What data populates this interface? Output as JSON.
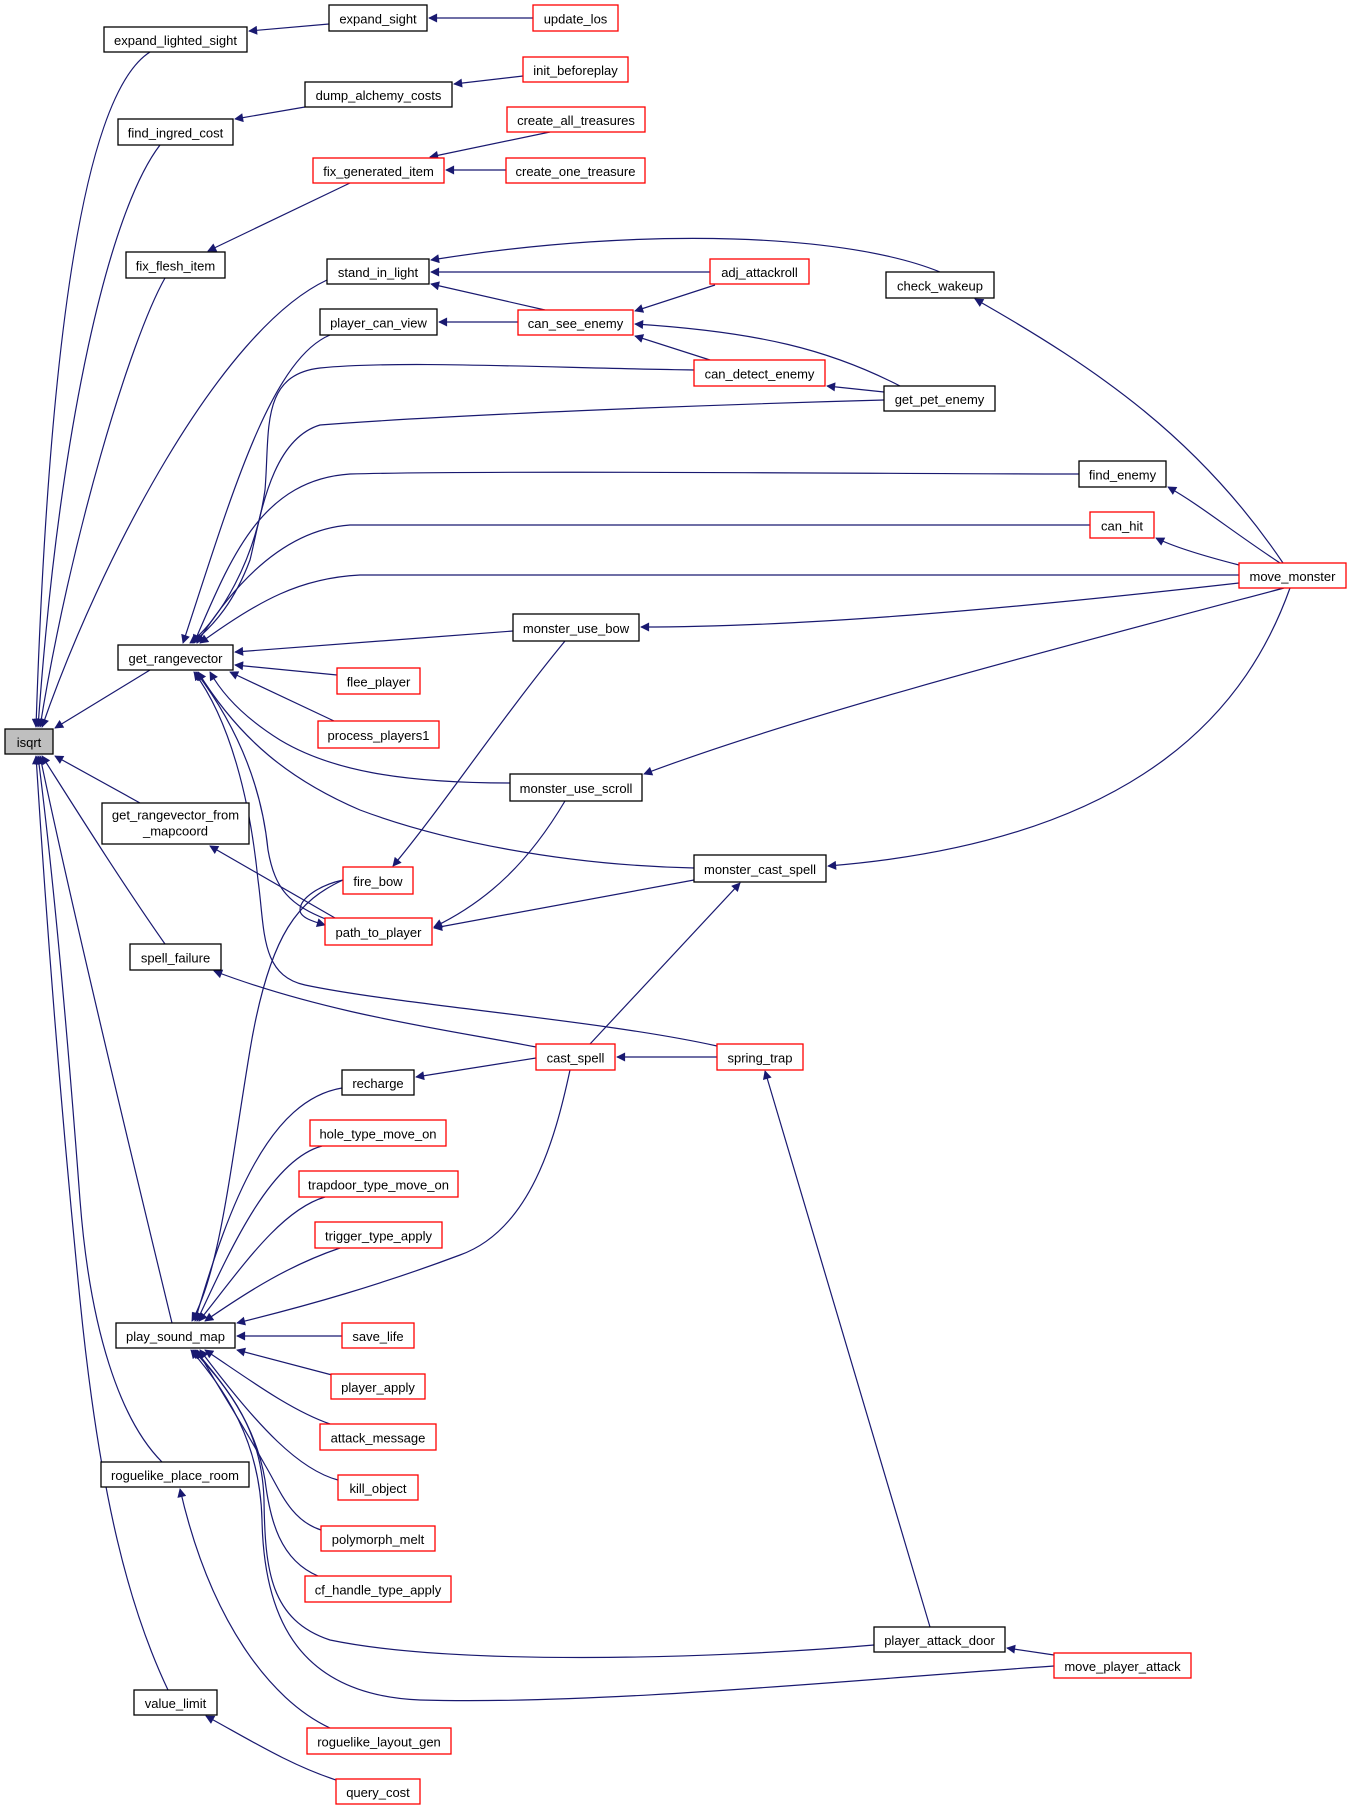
{
  "title": "isqrt caller graph",
  "colors": {
    "edge": "#191970",
    "node_border_normal": "#000000",
    "node_border_truncated": "#ff0000",
    "root_fill": "#bfbfbf",
    "node_fill": "#ffffff"
  },
  "root": "isqrt",
  "nodes": [
    {
      "id": "isqrt",
      "label": "isqrt",
      "truncated": false,
      "root": true
    },
    {
      "id": "expand_lighted_sight",
      "label": "expand_lighted_sight",
      "truncated": false
    },
    {
      "id": "expand_sight",
      "label": "expand_sight",
      "truncated": false
    },
    {
      "id": "update_los",
      "label": "update_los",
      "truncated": true
    },
    {
      "id": "find_ingred_cost",
      "label": "find_ingred_cost",
      "truncated": false
    },
    {
      "id": "dump_alchemy_costs",
      "label": "dump_alchemy_costs",
      "truncated": false
    },
    {
      "id": "init_beforeplay",
      "label": "init_beforeplay",
      "truncated": true
    },
    {
      "id": "fix_flesh_item",
      "label": "fix_flesh_item",
      "truncated": false
    },
    {
      "id": "fix_generated_item",
      "label": "fix_generated_item",
      "truncated": true
    },
    {
      "id": "create_all_treasures",
      "label": "create_all_treasures",
      "truncated": true
    },
    {
      "id": "create_one_treasure",
      "label": "create_one_treasure",
      "truncated": true
    },
    {
      "id": "stand_in_light",
      "label": "stand_in_light",
      "truncated": false
    },
    {
      "id": "adj_attackroll",
      "label": "adj_attackroll",
      "truncated": true
    },
    {
      "id": "check_wakeup",
      "label": "check_wakeup",
      "truncated": false
    },
    {
      "id": "player_can_view",
      "label": "player_can_view",
      "truncated": false
    },
    {
      "id": "can_see_enemy",
      "label": "can_see_enemy",
      "truncated": true
    },
    {
      "id": "can_detect_enemy",
      "label": "can_detect_enemy",
      "truncated": true
    },
    {
      "id": "get_pet_enemy",
      "label": "get_pet_enemy",
      "truncated": false
    },
    {
      "id": "find_enemy",
      "label": "find_enemy",
      "truncated": false
    },
    {
      "id": "can_hit",
      "label": "can_hit",
      "truncated": true
    },
    {
      "id": "move_monster",
      "label": "move_monster",
      "truncated": true
    },
    {
      "id": "get_rangevector",
      "label": "get_rangevector",
      "truncated": false
    },
    {
      "id": "monster_use_bow",
      "label": "monster_use_bow",
      "truncated": false
    },
    {
      "id": "flee_player",
      "label": "flee_player",
      "truncated": true
    },
    {
      "id": "process_players1",
      "label": "process_players1",
      "truncated": true
    },
    {
      "id": "monster_use_scroll",
      "label": "monster_use_scroll",
      "truncated": false
    },
    {
      "id": "get_rangevector_from_mapcoord",
      "label": "get_rangevector_from",
      "label2": "_mapcoord",
      "truncated": false
    },
    {
      "id": "monster_cast_spell",
      "label": "monster_cast_spell",
      "truncated": false
    },
    {
      "id": "fire_bow",
      "label": "fire_bow",
      "truncated": true
    },
    {
      "id": "path_to_player",
      "label": "path_to_player",
      "truncated": true
    },
    {
      "id": "spell_failure",
      "label": "spell_failure",
      "truncated": false
    },
    {
      "id": "cast_spell",
      "label": "cast_spell",
      "truncated": true
    },
    {
      "id": "spring_trap",
      "label": "spring_trap",
      "truncated": true
    },
    {
      "id": "recharge",
      "label": "recharge",
      "truncated": false
    },
    {
      "id": "hole_type_move_on",
      "label": "hole_type_move_on",
      "truncated": true
    },
    {
      "id": "trapdoor_type_move_on",
      "label": "trapdoor_type_move_on",
      "truncated": true
    },
    {
      "id": "trigger_type_apply",
      "label": "trigger_type_apply",
      "truncated": true
    },
    {
      "id": "play_sound_map",
      "label": "play_sound_map",
      "truncated": false
    },
    {
      "id": "save_life",
      "label": "save_life",
      "truncated": true
    },
    {
      "id": "player_apply",
      "label": "player_apply",
      "truncated": true
    },
    {
      "id": "attack_message",
      "label": "attack_message",
      "truncated": true
    },
    {
      "id": "roguelike_place_room",
      "label": "roguelike_place_room",
      "truncated": false
    },
    {
      "id": "kill_object",
      "label": "kill_object",
      "truncated": true
    },
    {
      "id": "polymorph_melt",
      "label": "polymorph_melt",
      "truncated": true
    },
    {
      "id": "cf_handle_type_apply",
      "label": "cf_handle_type_apply",
      "truncated": true
    },
    {
      "id": "player_attack_door",
      "label": "player_attack_door",
      "truncated": false
    },
    {
      "id": "move_player_attack",
      "label": "move_player_attack",
      "truncated": true
    },
    {
      "id": "value_limit",
      "label": "value_limit",
      "truncated": false
    },
    {
      "id": "roguelike_layout_gen",
      "label": "roguelike_layout_gen",
      "truncated": true
    },
    {
      "id": "query_cost",
      "label": "query_cost",
      "truncated": true
    }
  ],
  "edges": [
    {
      "from": "expand_lighted_sight",
      "to": "isqrt"
    },
    {
      "from": "expand_sight",
      "to": "expand_lighted_sight"
    },
    {
      "from": "update_los",
      "to": "expand_sight"
    },
    {
      "from": "find_ingred_cost",
      "to": "isqrt"
    },
    {
      "from": "dump_alchemy_costs",
      "to": "find_ingred_cost"
    },
    {
      "from": "init_beforeplay",
      "to": "dump_alchemy_costs"
    },
    {
      "from": "fix_flesh_item",
      "to": "isqrt"
    },
    {
      "from": "fix_generated_item",
      "to": "fix_flesh_item"
    },
    {
      "from": "create_all_treasures",
      "to": "fix_generated_item"
    },
    {
      "from": "create_one_treasure",
      "to": "fix_generated_item"
    },
    {
      "from": "stand_in_light",
      "to": "isqrt"
    },
    {
      "from": "check_wakeup",
      "to": "stand_in_light"
    },
    {
      "from": "adj_attackroll",
      "to": "stand_in_light"
    },
    {
      "from": "can_see_enemy",
      "to": "stand_in_light"
    },
    {
      "from": "get_rangevector",
      "to": "isqrt"
    },
    {
      "from": "player_can_view",
      "to": "get_rangevector"
    },
    {
      "from": "can_see_enemy",
      "to": "player_can_view"
    },
    {
      "from": "adj_attackroll",
      "to": "can_see_enemy"
    },
    {
      "from": "can_detect_enemy",
      "to": "can_see_enemy"
    },
    {
      "from": "get_pet_enemy",
      "to": "can_see_enemy"
    },
    {
      "from": "get_pet_enemy",
      "to": "can_detect_enemy"
    },
    {
      "from": "can_detect_enemy",
      "to": "get_rangevector"
    },
    {
      "from": "get_pet_enemy",
      "to": "get_rangevector"
    },
    {
      "from": "find_enemy",
      "to": "get_pet_enemy"
    },
    {
      "from": "find_enemy",
      "to": "get_rangevector"
    },
    {
      "from": "move_monster",
      "to": "find_enemy"
    },
    {
      "from": "move_monster",
      "to": "check_wakeup"
    },
    {
      "from": "can_hit",
      "to": "get_rangevector"
    },
    {
      "from": "move_monster",
      "to": "can_hit"
    },
    {
      "from": "move_monster",
      "to": "get_rangevector"
    },
    {
      "from": "monster_use_bow",
      "to": "get_rangevector"
    },
    {
      "from": "move_monster",
      "to": "monster_use_bow"
    },
    {
      "from": "flee_player",
      "to": "get_rangevector"
    },
    {
      "from": "process_players1",
      "to": "get_rangevector"
    },
    {
      "from": "monster_use_scroll",
      "to": "get_rangevector"
    },
    {
      "from": "move_monster",
      "to": "monster_use_scroll"
    },
    {
      "from": "monster_cast_spell",
      "to": "get_rangevector"
    },
    {
      "from": "move_monster",
      "to": "monster_cast_spell"
    },
    {
      "from": "path_to_player",
      "to": "get_rangevector"
    },
    {
      "from": "spring_trap",
      "to": "get_rangevector"
    },
    {
      "from": "get_rangevector_from_mapcoord",
      "to": "isqrt"
    },
    {
      "from": "path_to_player",
      "to": "get_rangevector_from_mapcoord"
    },
    {
      "from": "monster_use_bow",
      "to": "fire_bow"
    },
    {
      "from": "monster_use_scroll",
      "to": "path_to_player"
    },
    {
      "from": "fire_bow",
      "to": "path_to_player"
    },
    {
      "from": "monster_cast_spell",
      "to": "path_to_player"
    },
    {
      "from": "spell_failure",
      "to": "isqrt"
    },
    {
      "from": "cast_spell",
      "to": "spell_failure"
    },
    {
      "from": "cast_spell",
      "to": "monster_cast_spell"
    },
    {
      "from": "spring_trap",
      "to": "cast_spell"
    },
    {
      "from": "recharge",
      "to": "cast_spell"
    },
    {
      "from": "player_attack_door",
      "to": "spring_trap"
    },
    {
      "from": "play_sound_map",
      "to": "isqrt"
    },
    {
      "from": "fire_bow",
      "to": "play_sound_map"
    },
    {
      "from": "recharge",
      "to": "play_sound_map"
    },
    {
      "from": "hole_type_move_on",
      "to": "play_sound_map"
    },
    {
      "from": "trapdoor_type_move_on",
      "to": "play_sound_map"
    },
    {
      "from": "trigger_type_apply",
      "to": "play_sound_map"
    },
    {
      "from": "cast_spell",
      "to": "play_sound_map"
    },
    {
      "from": "save_life",
      "to": "play_sound_map"
    },
    {
      "from": "player_apply",
      "to": "play_sound_map"
    },
    {
      "from": "attack_message",
      "to": "play_sound_map"
    },
    {
      "from": "kill_object",
      "to": "play_sound_map"
    },
    {
      "from": "polymorph_melt",
      "to": "play_sound_map"
    },
    {
      "from": "cf_handle_type_apply",
      "to": "play_sound_map"
    },
    {
      "from": "player_attack_door",
      "to": "play_sound_map"
    },
    {
      "from": "move_player_attack",
      "to": "play_sound_map"
    },
    {
      "from": "move_player_attack",
      "to": "player_attack_door"
    },
    {
      "from": "roguelike_place_room",
      "to": "isqrt"
    },
    {
      "from": "roguelike_layout_gen",
      "to": "roguelike_place_room"
    },
    {
      "from": "value_limit",
      "to": "isqrt"
    },
    {
      "from": "query_cost",
      "to": "value_limit"
    }
  ]
}
